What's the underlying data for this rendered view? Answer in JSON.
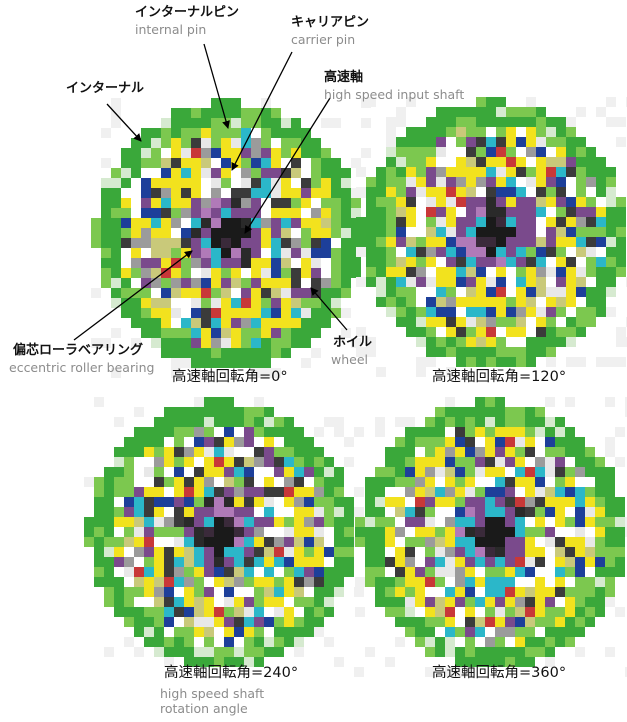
{
  "labels": {
    "internal_pin_jp": "インターナルピン",
    "internal_pin_en": "internal pin",
    "carrier_pin_jp": "キャリアピン",
    "carrier_pin_en": "carrier pin",
    "high_speed_shaft_jp": "高速軸",
    "high_speed_shaft_en": "high speed input shaft",
    "internal_jp": "インターナル",
    "roller_bearing_jp": "偏芯ローラベアリング",
    "roller_bearing_en": "eccentric roller bearing",
    "wheel_jp": "ホイル",
    "wheel_en": "wheel"
  },
  "panels": [
    {
      "caption": "高速軸回転角=0°"
    },
    {
      "caption": "高速軸回転角=120°"
    },
    {
      "caption": "高速軸回転角=240°",
      "caption_en": "high speed shaft rotation angle"
    },
    {
      "caption": "高速軸回転角=360°"
    }
  ],
  "colors": {
    "ring": "#3aa83a",
    "ring_light": "#7cc84f",
    "yellow": "#f2e21e",
    "blue": "#1d3f9a",
    "cyan": "#2bb7c9",
    "purple": "#7a4a8c",
    "red": "#c83838",
    "dark": "#1a1a1a"
  }
}
